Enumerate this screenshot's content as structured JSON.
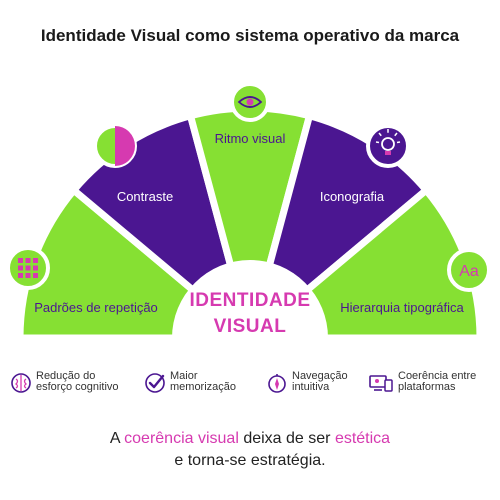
{
  "title": "Identidade Visual como sistema operativo da marca",
  "colors": {
    "green": "#86e033",
    "purple": "#4b1691",
    "magenta": "#d63ab0",
    "white": "#ffffff"
  },
  "segments": [
    {
      "label": "Padrões de repetição",
      "icon": "pattern-grid-icon"
    },
    {
      "label": "Contraste",
      "icon": "contrast-half-icon"
    },
    {
      "label": "Ritmo visual",
      "icon": "eye-icon"
    },
    {
      "label": "Iconografia",
      "icon": "lightbulb-icon"
    },
    {
      "label": "Hierarquia tipográfica",
      "icon": "typography-aa-icon",
      "icon_text": "Aa"
    }
  ],
  "center": {
    "line1": "IDENTIDADE",
    "line2": "VISUAL"
  },
  "benefits": [
    {
      "icon": "brain-icon",
      "line1": "Redução do",
      "line2": "esforço cognitivo"
    },
    {
      "icon": "check-icon",
      "line1": "Maior",
      "line2": "memorização"
    },
    {
      "icon": "compass-icon",
      "line1": "Navegação",
      "line2": "intuitiva"
    },
    {
      "icon": "devices-icon",
      "line1": "Coerência entre",
      "line2": "plataformas"
    }
  ],
  "tagline": {
    "p1": "A ",
    "h1": "coerência visual",
    "p2": " deixa de ser ",
    "h2": "estética",
    "line2": "e torna-se estratégia."
  }
}
